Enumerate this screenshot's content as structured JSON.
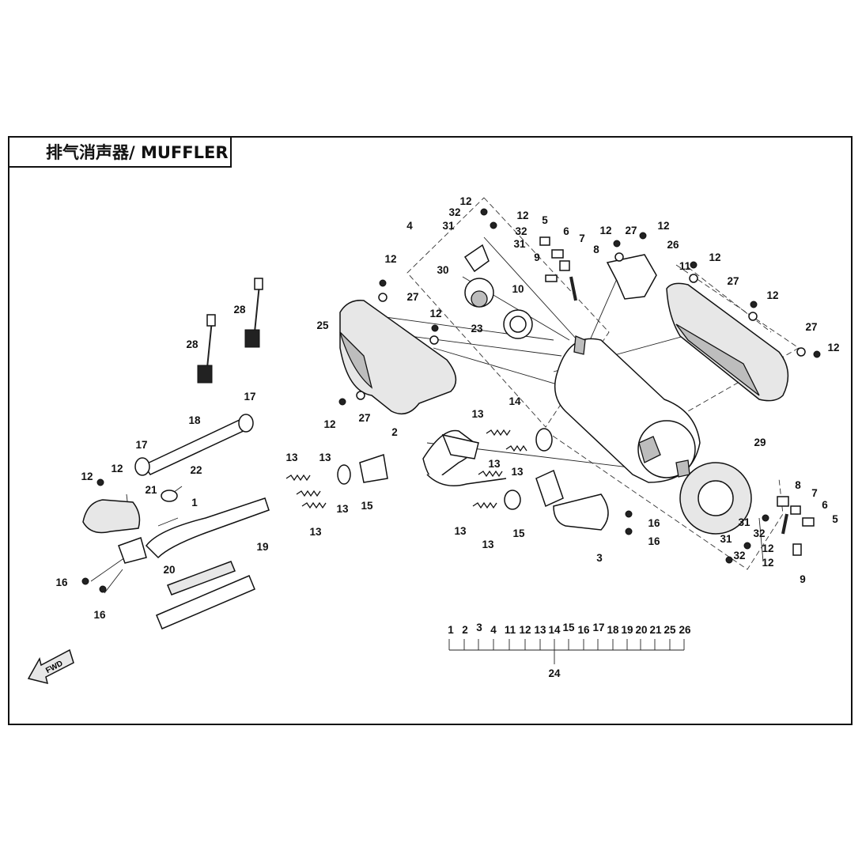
{
  "title": "排气消声器/ MUFFLER",
  "labels": {
    "p1": "1",
    "p2": "2",
    "p3": "3",
    "p4": "4",
    "p5a": "5",
    "p5b": "5",
    "p6a": "6",
    "p6b": "6",
    "p7a": "7",
    "p7b": "7",
    "p8a": "8",
    "p8b": "8",
    "p9a": "9",
    "p9b": "9",
    "p10": "10",
    "p11": "11",
    "p12a": "12",
    "p12b": "12",
    "p12c": "12",
    "p12d": "12",
    "p12e": "12",
    "p12f": "12",
    "p12g": "12",
    "p12h": "12",
    "p12i": "12",
    "p12j": "12",
    "p12k": "12",
    "p12l": "12",
    "p12m": "12",
    "p12n": "12",
    "p13a": "13",
    "p13b": "13",
    "p13c": "13",
    "p13d": "13",
    "p13e": "13",
    "p13f": "13",
    "p13g": "13",
    "p13h": "13",
    "p14": "14",
    "p15a": "15",
    "p15b": "15",
    "p16a": "16",
    "p16b": "16",
    "p16c": "16",
    "p16d": "16",
    "p17a": "17",
    "p17b": "17",
    "p18": "18",
    "p19": "19",
    "p20": "20",
    "p21": "21",
    "p22": "22",
    "p23": "23",
    "p25": "25",
    "p26": "26",
    "p27a": "27",
    "p27b": "27",
    "p27c": "27",
    "p27d": "27",
    "p27e": "27",
    "p28a": "28",
    "p28b": "28",
    "p29": "29",
    "p30": "30",
    "p31a": "31",
    "p31b": "31",
    "p31c": "31",
    "p31d": "31",
    "p32a": "32",
    "p32b": "32",
    "p32c": "32",
    "p32d": "32"
  },
  "assembly_group": {
    "members": [
      "1",
      "2",
      "3",
      "4",
      "11",
      "12",
      "13",
      "14",
      "15",
      "16",
      "17",
      "18",
      "19",
      "20",
      "21",
      "25",
      "26"
    ],
    "assembly_label": "24"
  },
  "fwd_icon": "fwd-arrow-icon"
}
